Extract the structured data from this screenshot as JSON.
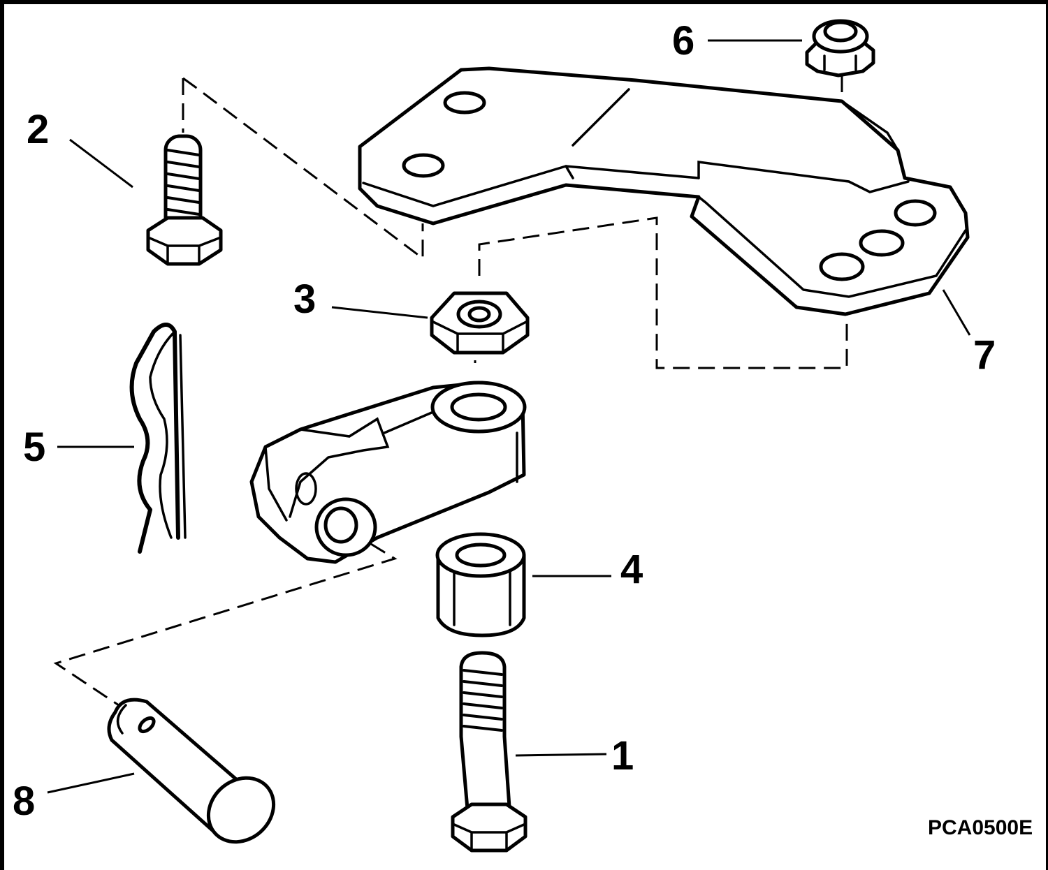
{
  "figure_code": "PCA0500E",
  "callouts": {
    "c1": "1",
    "c2": "2",
    "c3": "3",
    "c4": "4",
    "c5": "5",
    "c6": "6",
    "c7": "7",
    "c8": "8"
  }
}
